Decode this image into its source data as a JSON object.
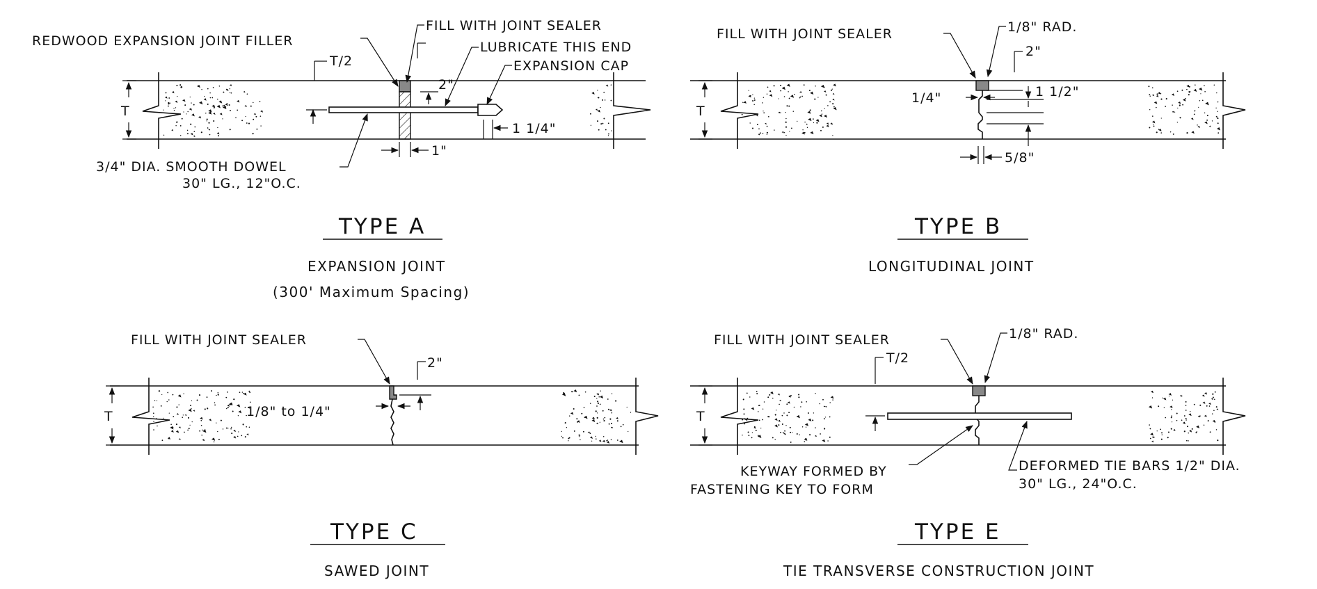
{
  "colors": {
    "ink": "#111111",
    "sealer": "#888888",
    "background": "#ffffff"
  },
  "type_a": {
    "title": "TYPE A",
    "subtitle": "EXPANSION JOINT",
    "note": "(300' Maximum Spacing)",
    "labels": {
      "filler": "REDWOOD EXPANSION JOINT FILLER",
      "sealer": "FILL WITH JOINT SEALER",
      "lubricate": "LUBRICATE THIS END",
      "cap": "EXPANSION CAP",
      "half_t": "T/2",
      "depth": "2\"",
      "thickness": "T",
      "cap_gap": "1 1/4\"",
      "filler_width": "1\"",
      "dowel_line1": "3/4\" DIA. SMOOTH DOWEL",
      "dowel_line2": "30\" LG., 12\"O.C."
    }
  },
  "type_b": {
    "title": "TYPE B",
    "subtitle": "LONGITUDINAL JOINT",
    "labels": {
      "sealer": "FILL WITH JOINT SEALER",
      "radius": "1/8\" RAD.",
      "depth": "2\"",
      "key_offset": "1/4\"",
      "key_height": "1 1/2\"",
      "key_width": "5/8\"",
      "thickness": "T"
    }
  },
  "type_c": {
    "title": "TYPE C",
    "subtitle": "SAWED JOINT",
    "labels": {
      "sealer": "FILL WITH JOINT SEALER",
      "depth": "2\"",
      "width": "1/8\" to 1/4\"",
      "thickness": "T"
    }
  },
  "type_e": {
    "title": "TYPE E",
    "subtitle": "TIE TRANSVERSE CONSTRUCTION JOINT",
    "labels": {
      "sealer": "FILL WITH JOINT SEALER",
      "radius": "1/8\" RAD.",
      "half_t": "T/2",
      "thickness": "T",
      "keyway_line1": "KEYWAY FORMED BY",
      "keyway_line2": "FASTENING KEY TO FORM",
      "tiebar_line1": "DEFORMED TIE BARS 1/2\" DIA.",
      "tiebar_line2": "30\" LG., 24\"O.C."
    }
  }
}
